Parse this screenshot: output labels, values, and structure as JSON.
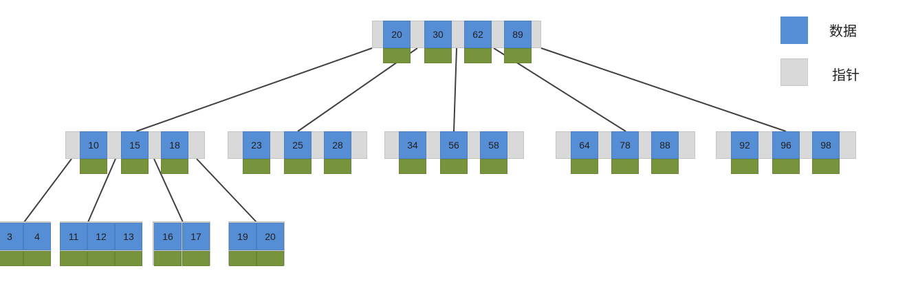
{
  "colors": {
    "key": "#558ed5",
    "pointer": "#d9d9d9",
    "data": "#77933c",
    "edge": "#404040"
  },
  "legend": [
    {
      "label": "数据",
      "color": "#558ed5"
    },
    {
      "label": "指针",
      "color": "#d9d9d9"
    }
  ],
  "tree": {
    "root": {
      "keys": [
        "20",
        "30",
        "62",
        "89"
      ]
    },
    "level2": [
      {
        "keys": [
          "10",
          "15",
          "18"
        ]
      },
      {
        "keys": [
          "23",
          "25",
          "28"
        ]
      },
      {
        "keys": [
          "34",
          "56",
          "58"
        ]
      },
      {
        "keys": [
          "64",
          "78",
          "88"
        ]
      },
      {
        "keys": [
          "92",
          "96",
          "98"
        ]
      }
    ],
    "leaves": [
      {
        "keys": [
          "3",
          "4"
        ]
      },
      {
        "keys": [
          "11",
          "12",
          "13"
        ]
      },
      {
        "keys": [
          "16",
          "17"
        ]
      },
      {
        "keys": [
          "19",
          "20"
        ]
      }
    ]
  }
}
